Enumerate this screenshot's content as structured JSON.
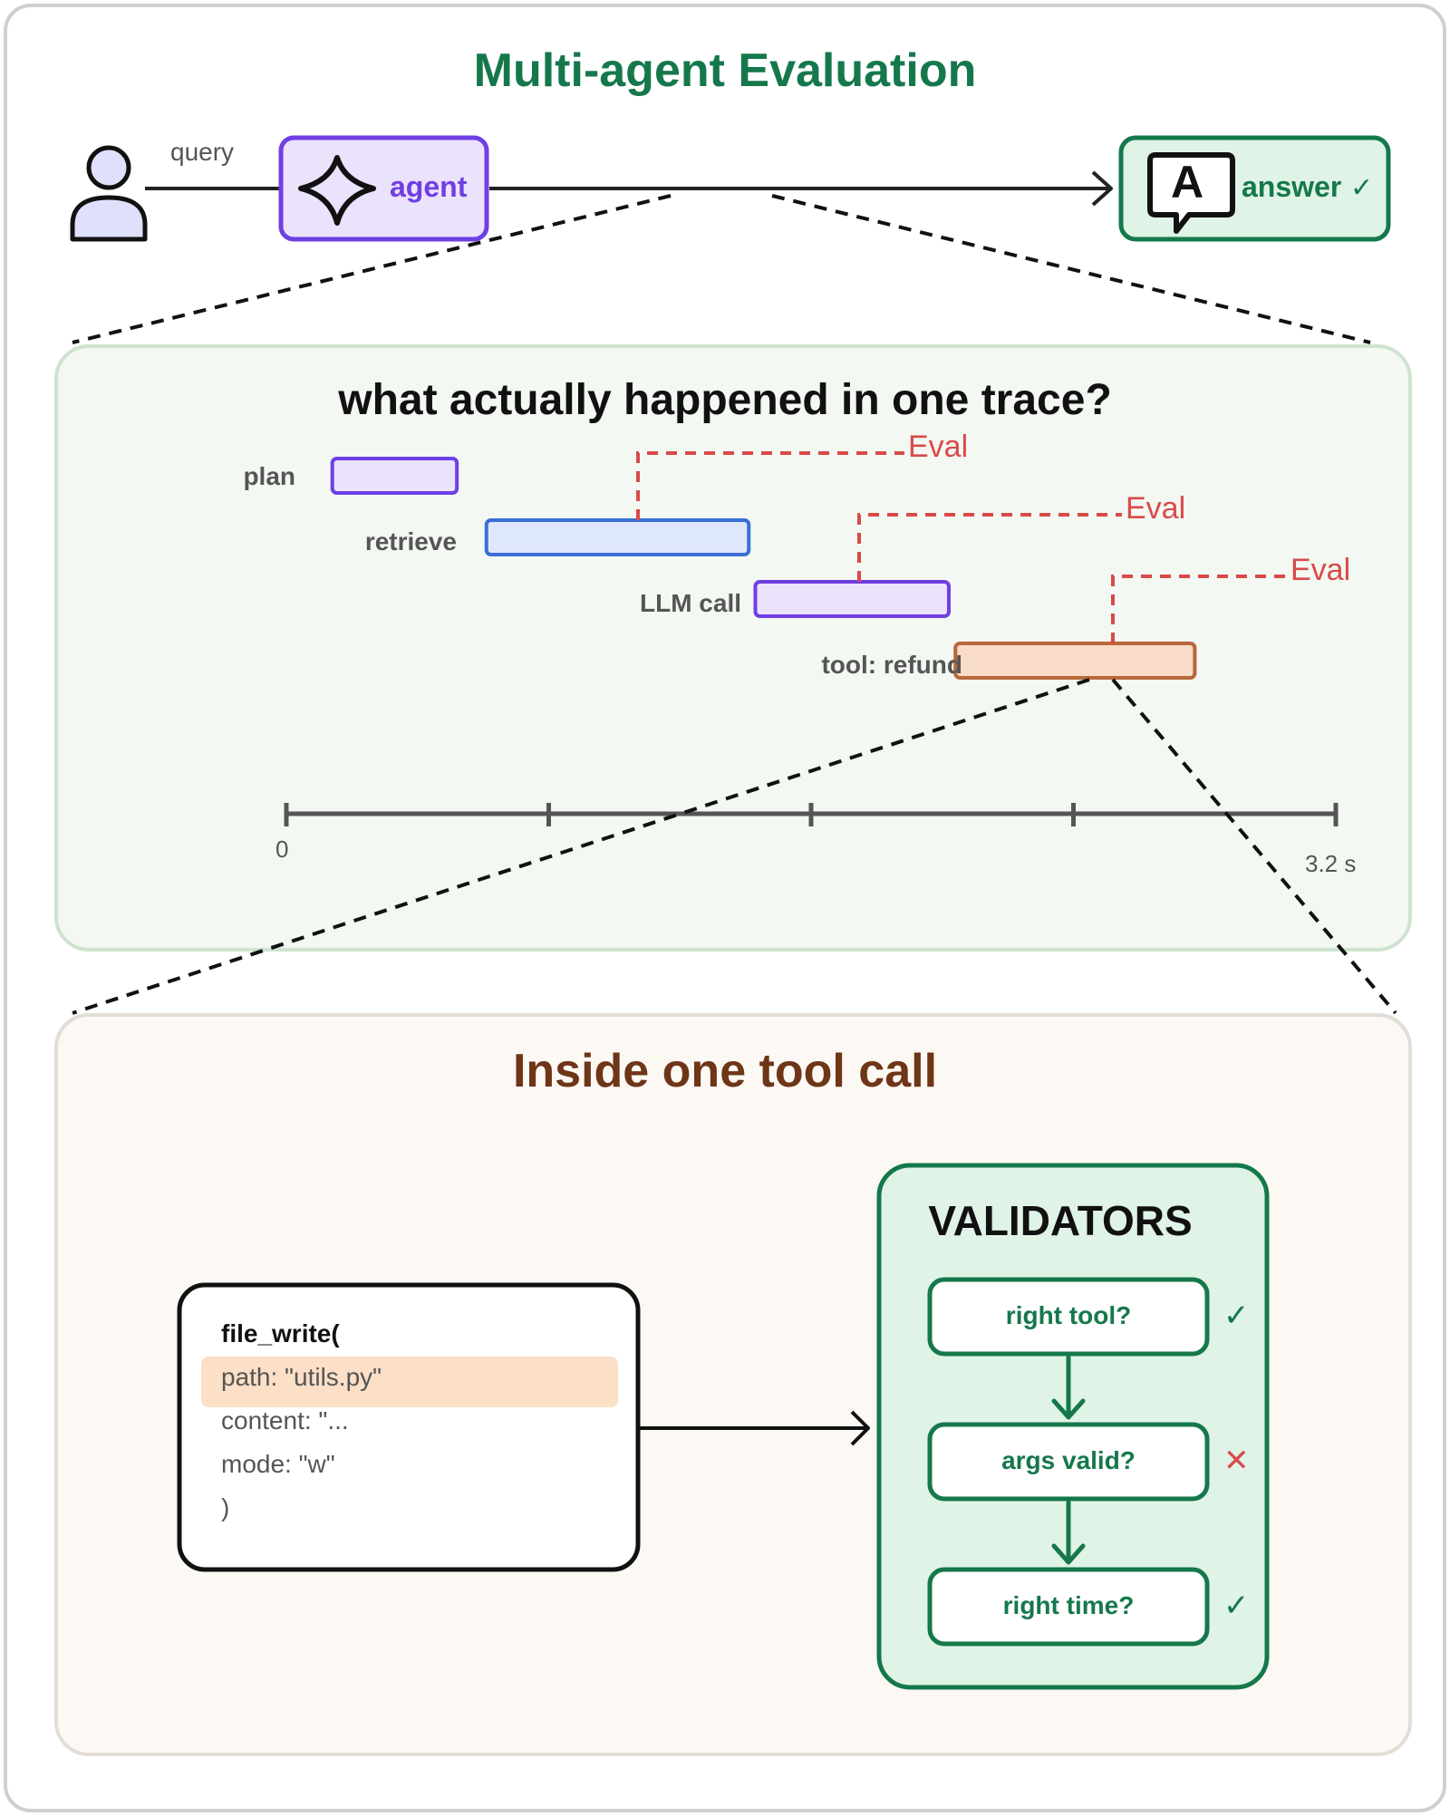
{
  "title": "Multi-agent Evaluation",
  "flow": {
    "query_label": "query",
    "agent_label": "agent",
    "answer_label": "answer",
    "answer_check": "✓",
    "answer_icon_letter": "A"
  },
  "trace": {
    "title": "what actually happened in one trace?",
    "spans": [
      {
        "label": "plan",
        "start": 0.14,
        "end": 0.52,
        "color": "#6f3fe3",
        "fill": "#ebe2fc"
      },
      {
        "label": "retrieve",
        "start": 0.61,
        "end": 1.41,
        "color": "#3b6fd6",
        "fill": "#dfe8fa"
      },
      {
        "label": "LLM call",
        "start": 1.43,
        "end": 2.02,
        "color": "#6f3fe3",
        "fill": "#ebe2fc"
      },
      {
        "label": "tool: refund",
        "start": 2.04,
        "end": 2.77,
        "color": "#b8683a",
        "fill": "#f8dcc7"
      }
    ],
    "evals": [
      "Eval",
      "Eval",
      "Eval"
    ],
    "axis": {
      "min": 0,
      "max": 3.2,
      "min_label": "0",
      "max_label": "3.2 s"
    },
    "eval_color": "#d94a4a"
  },
  "tool_call": {
    "title": "Inside one tool call",
    "code_lines": [
      "file_write(",
      "path: \"utils.py\"",
      "content: \"...",
      "mode: \"w\"",
      ")"
    ],
    "highlight_line": 1
  },
  "validators": {
    "title": "VALIDATORS",
    "items": [
      {
        "label": "right tool?",
        "result": "✓",
        "status": "pass"
      },
      {
        "label": "args valid?",
        "result": "✕",
        "status": "fail"
      },
      {
        "label": "right time?",
        "result": "✓",
        "status": "pass"
      }
    ]
  },
  "colors": {
    "green": "#15784b",
    "purple": "#6f3fe3",
    "red": "#d94a4a",
    "brown": "#6e3517"
  }
}
